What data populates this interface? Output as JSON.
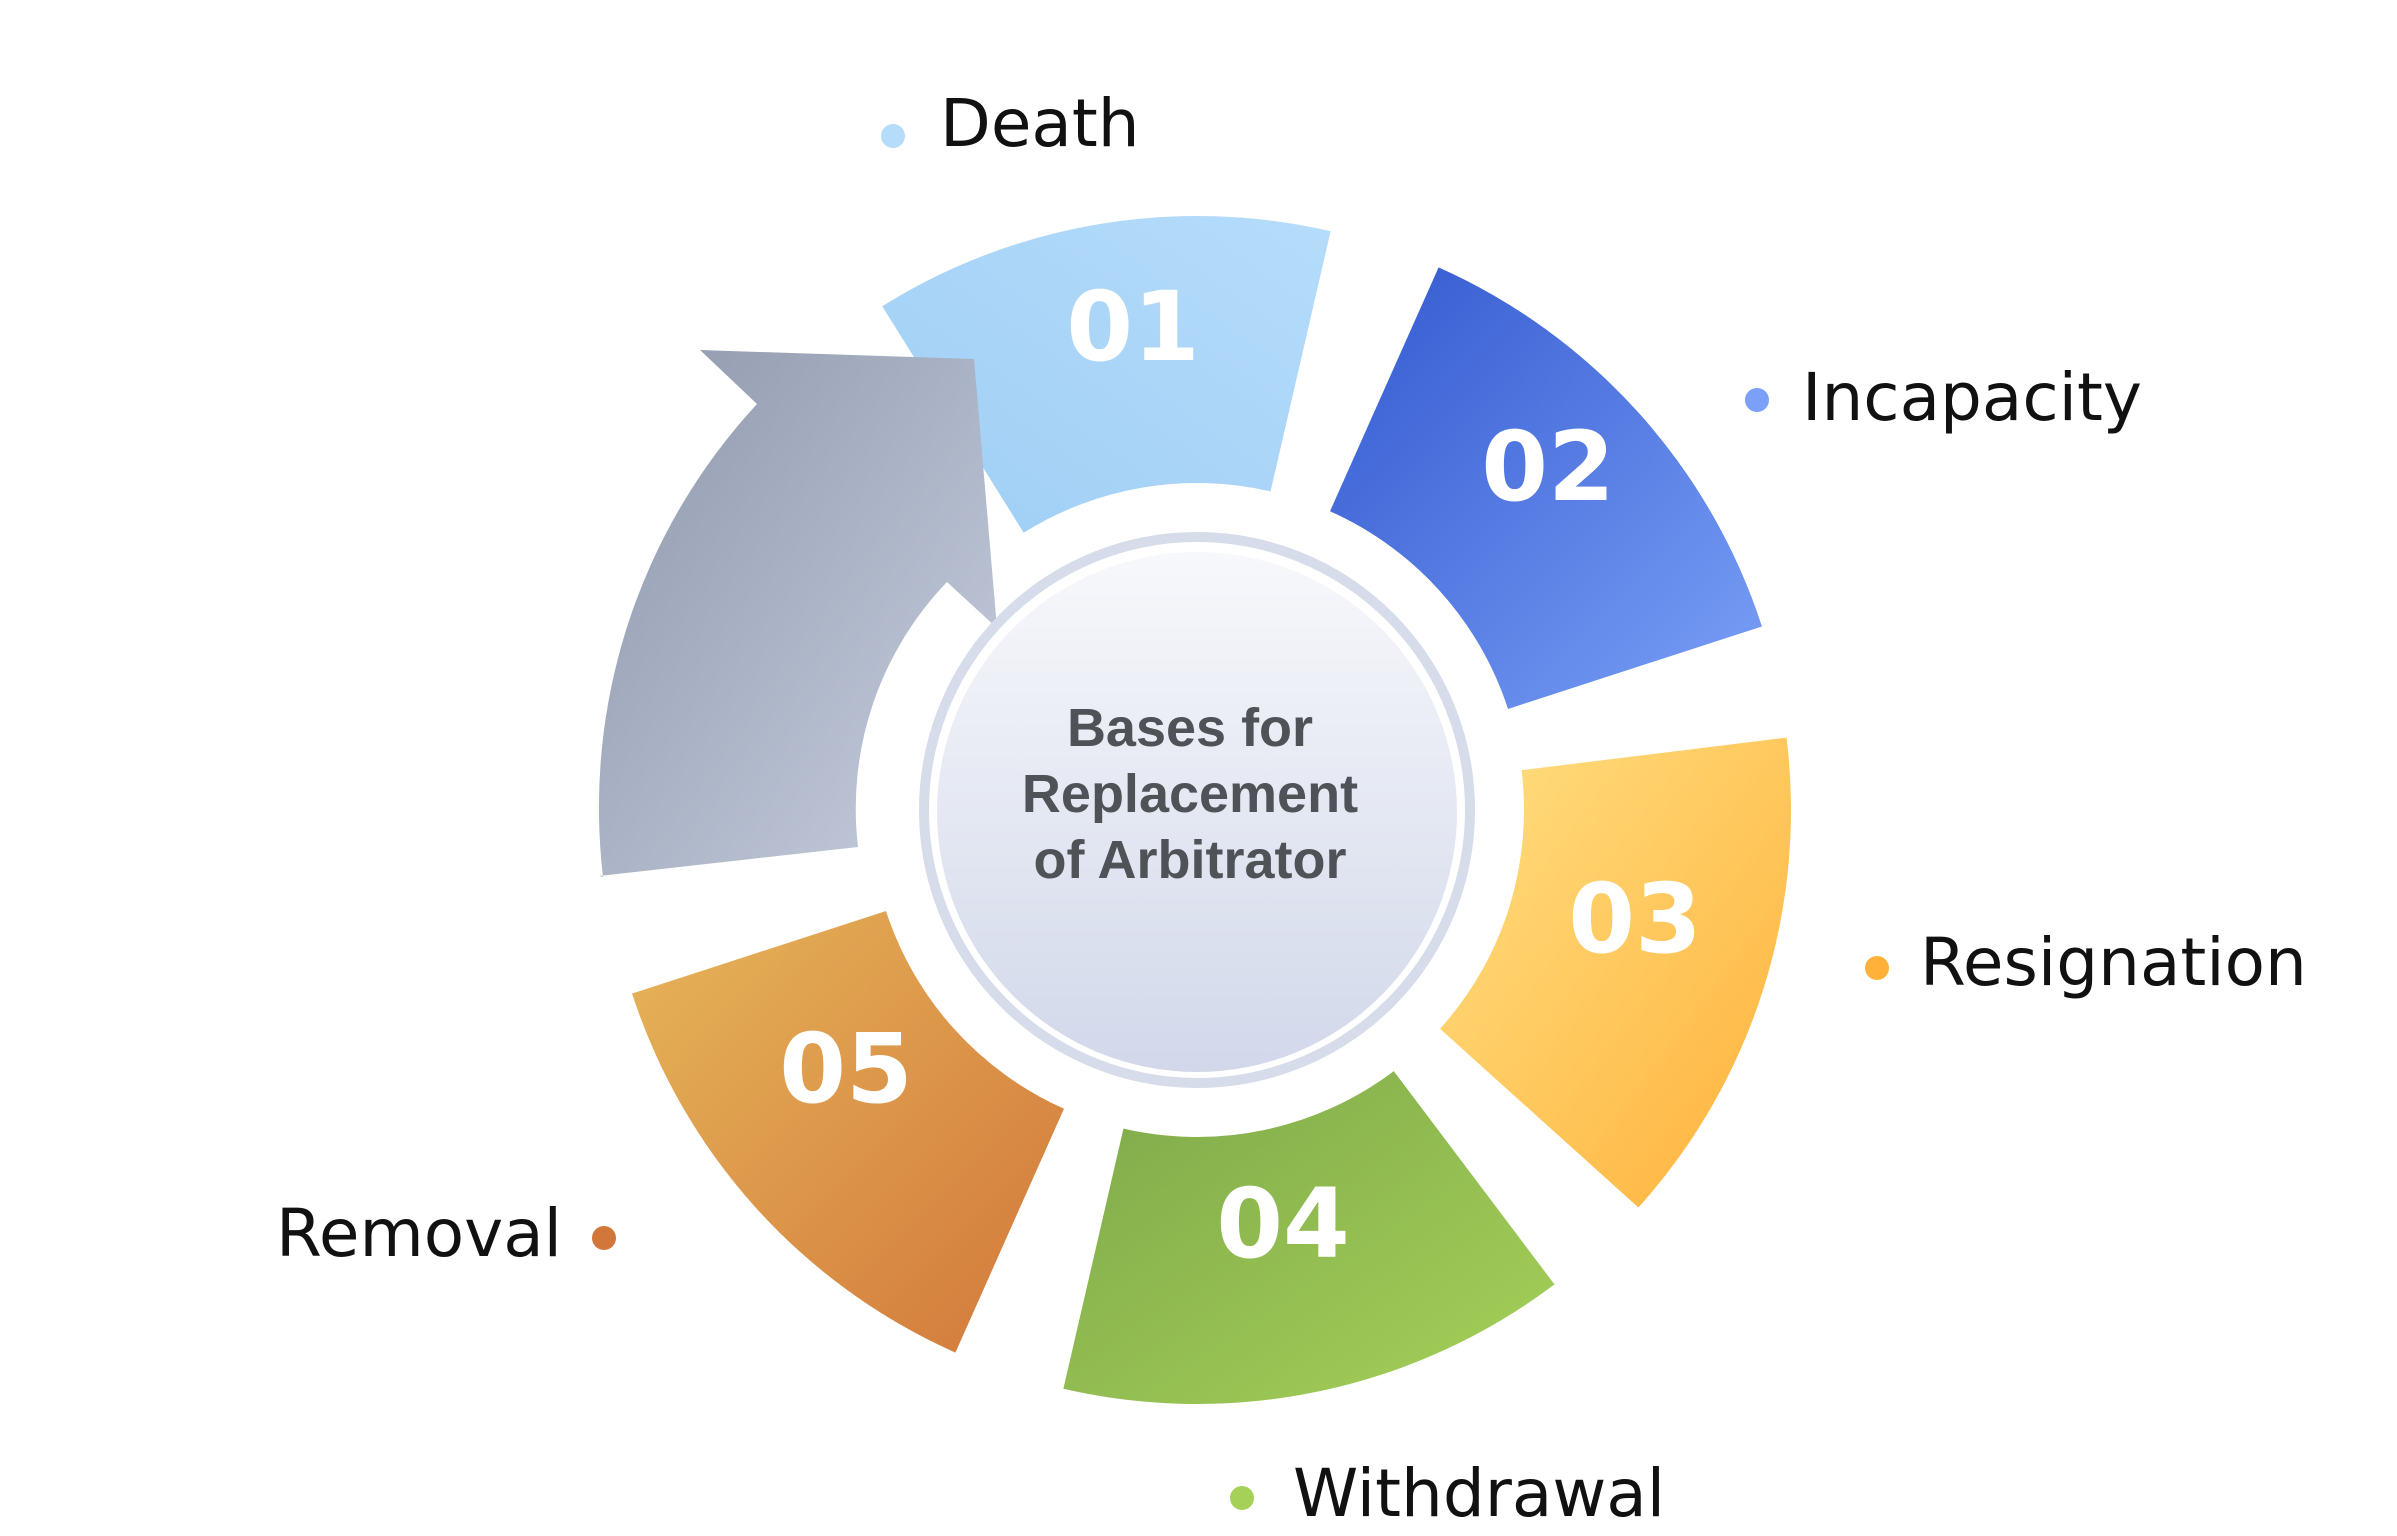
{
  "center": {
    "lines": [
      "Bases for",
      "Replacement",
      "of Arbitrator"
    ]
  },
  "steps": [
    {
      "number": "01",
      "label": "Death",
      "color_from": "#9fcef4",
      "color_to": "#b5dcfb"
    },
    {
      "number": "02",
      "label": "Incapacity",
      "color_from": "#3358cf",
      "color_to": "#7aa0f7"
    },
    {
      "number": "03",
      "label": "Resignation",
      "color_from": "#ffe083",
      "color_to": "#ffb13a"
    },
    {
      "number": "04",
      "label": "Withdrawal",
      "color_from": "#7ea84a",
      "color_to": "#a6d158"
    },
    {
      "number": "05",
      "label": "Removal",
      "color_from": "#e6b559",
      "color_to": "#d2773a"
    }
  ],
  "arrow": {
    "color_from": "#8f98ac",
    "color_to": "#c7cfe0"
  },
  "hub": {
    "ring_color": "#d6dcea",
    "fill_top": "#f7f8fb",
    "fill_bottom": "#d2d8ea"
  }
}
